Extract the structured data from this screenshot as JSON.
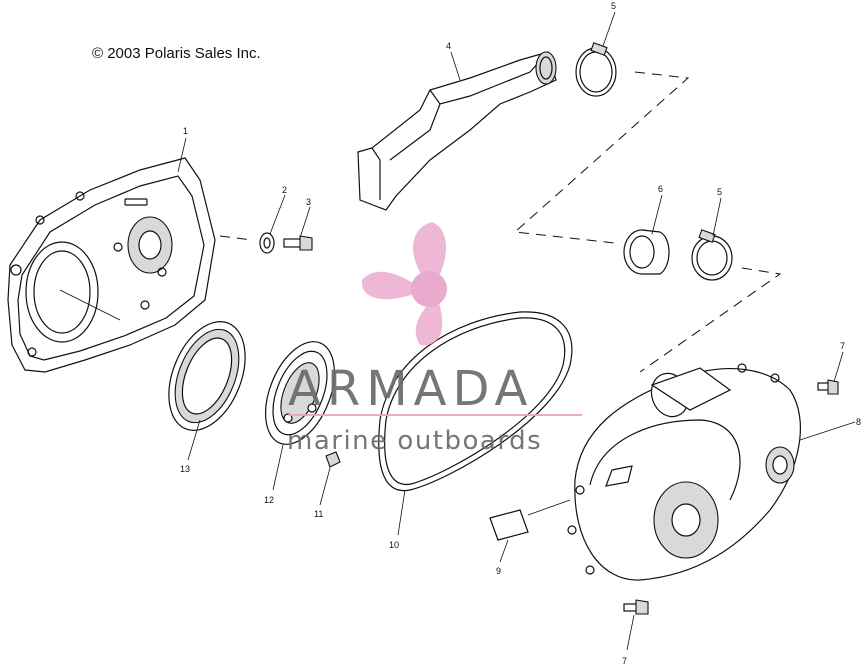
{
  "copyright": "© 2003 Polaris Sales Inc.",
  "callouts": [
    {
      "id": "1"
    },
    {
      "id": "2"
    },
    {
      "id": "3"
    },
    {
      "id": "4"
    },
    {
      "id": "5a",
      "label": "5"
    },
    {
      "id": "5b",
      "label": "5"
    },
    {
      "id": "6a",
      "label": "6"
    },
    {
      "id": "7a",
      "label": "7"
    },
    {
      "id": "7b",
      "label": "7"
    },
    {
      "id": "8"
    },
    {
      "id": "9"
    },
    {
      "id": "10"
    },
    {
      "id": "11"
    },
    {
      "id": "12"
    },
    {
      "id": "13"
    }
  ],
  "labels": {
    "c1": "1",
    "c2": "2",
    "c3": "3",
    "c4": "4",
    "c5a": "5",
    "c5b": "5",
    "c6": "6",
    "c7a": "7",
    "c7b": "7",
    "c8": "8",
    "c9": "9",
    "c10": "10",
    "c11": "11",
    "c12": "12",
    "c13": "13"
  },
  "watermark": {
    "brand": "ARMADA",
    "tagline": "marine outboards",
    "brand_color": "#e7a3c9",
    "text_color": "#6b6b6b"
  }
}
